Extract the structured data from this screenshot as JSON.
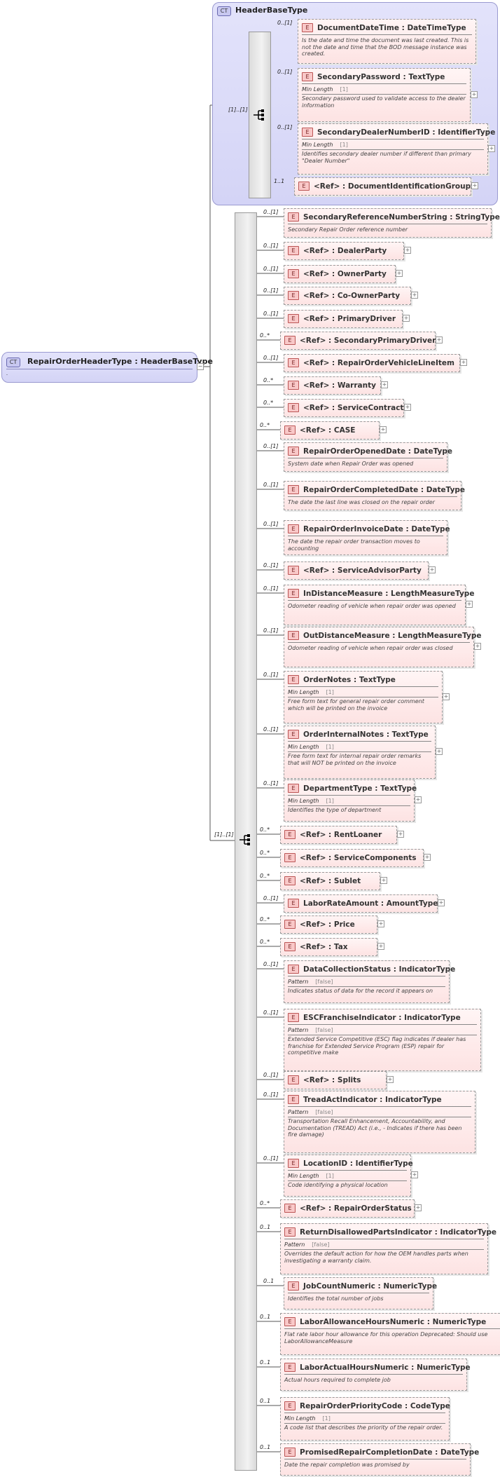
{
  "root": {
    "badge": "CT",
    "title": "RepairOrderHeaderType : HeaderBaseType",
    "doc": "."
  },
  "base": {
    "badge": "CT",
    "title": "HeaderBaseType",
    "mult": "[1]..[1]"
  },
  "main_mult": "[1]..[1]",
  "badge_e": "E",
  "base_elements": [
    {
      "card": "DocumentDateTime : DateTimeType",
      "m": "0..[1]",
      "doc": "Is the date and time the document was last created. This is not the date and time that the BOD message instance was created."
    },
    {
      "card": "SecondaryPassword : TextType",
      "m": "0..[1]",
      "fk": "Min Length",
      "fv": "[1]",
      "doc": "Secondary password used to validate access to the dealer information"
    },
    {
      "card": "SecondaryDealerNumberID : IdentifierType",
      "m": "0..[1]",
      "fk": "Min Length",
      "fv": "[1]",
      "doc": "Identifies secondary dealer number if different than primary \"Dealer Number\""
    },
    {
      "card": "<Ref>      : DocumentIdentificationGroup",
      "m": "1..1"
    }
  ],
  "elements": [
    {
      "card": "SecondaryReferenceNumberString : StringType",
      "m": "0..[1]",
      "doc": "Secondary Repair Order reference number"
    },
    {
      "card": "<Ref>      : DealerParty",
      "m": "0..[1]"
    },
    {
      "card": "<Ref>      : OwnerParty",
      "m": "0..[1]"
    },
    {
      "card": "<Ref>      : Co-OwnerParty",
      "m": "0..[1]"
    },
    {
      "card": "<Ref>      : PrimaryDriver",
      "m": "0..[1]"
    },
    {
      "card": "<Ref>      : SecondaryPrimaryDriver",
      "m": "0..*"
    },
    {
      "card": "<Ref>      : RepairOrderVehicleLineItem",
      "m": "0..[1]"
    },
    {
      "card": "<Ref>      : Warranty",
      "m": "0..*"
    },
    {
      "card": "<Ref>      : ServiceContract",
      "m": "0..*"
    },
    {
      "card": "<Ref>      : CASE",
      "m": "0..*"
    },
    {
      "card": "RepairOrderOpenedDate : DateType",
      "m": "0..[1]",
      "doc": "System date when Repair Order was opened"
    },
    {
      "card": "RepairOrderCompletedDate : DateType",
      "m": "0..[1]",
      "doc": "The date the last line was closed on the repair order"
    },
    {
      "card": "RepairOrderInvoiceDate : DateType",
      "m": "0..[1]",
      "doc": "The date the repair order transaction moves to accounting"
    },
    {
      "card": "<Ref>      : ServiceAdvisorParty",
      "m": "0..[1]"
    },
    {
      "card": "InDistanceMeasure : LengthMeasureType",
      "m": "0..[1]",
      "doc": "Odometer reading of vehicle when repair order was opened"
    },
    {
      "card": "OutDistanceMeasure : LengthMeasureType",
      "m": "0..[1]",
      "doc": "Odometer reading of vehicle when repair order was closed"
    },
    {
      "card": "OrderNotes : TextType",
      "m": "0..[1]",
      "fk": "Min Length",
      "fv": "[1]",
      "doc": "Free form text for general repair order comment which will be printed on the invoice"
    },
    {
      "card": "OrderInternalNotes : TextType",
      "m": "0..[1]",
      "fk": "Min Length",
      "fv": "[1]",
      "doc": "Free form text for internal repair order remarks that will NOT be printed on the invoice"
    },
    {
      "card": "DepartmentType : TextType",
      "m": "0..[1]",
      "fk": "Min Length",
      "fv": "[1]",
      "doc": "Identifies the type of department"
    },
    {
      "card": "<Ref>      : RentLoaner",
      "m": "0..*"
    },
    {
      "card": "<Ref>      : ServiceComponents",
      "m": "0..*"
    },
    {
      "card": "<Ref>      : Sublet",
      "m": "0..*"
    },
    {
      "card": "LaborRateAmount : AmountType",
      "m": "0..[1]"
    },
    {
      "card": "<Ref>      : Price",
      "m": "0..*"
    },
    {
      "card": "<Ref>      : Tax",
      "m": "0..*"
    },
    {
      "card": "DataCollectionStatus : IndicatorType",
      "m": "0..[1]",
      "fk": "Pattern",
      "fv": "[false]",
      "doc": "Indicates status of data for the record it appears on"
    },
    {
      "card": "ESCFranchiseIndicator : IndicatorType",
      "m": "0..[1]",
      "fk": "Pattern",
      "fv": "[false]",
      "doc": "Extended Service Competitive (ESC) flag indicates if dealer has franchise for Extended Service Program (ESP) repair for competitive make"
    },
    {
      "card": "<Ref>      : Splits",
      "m": "0..[1]"
    },
    {
      "card": "TreadActIndicator : IndicatorType",
      "m": "0..[1]",
      "fk": "Pattern",
      "fv": "[false]",
      "doc": "Transportation Recall Enhancement, Accountability, and Documentation (TREAD) Act (i.e., - Indicates if there has been fire damage)"
    },
    {
      "card": "LocationID : IdentifierType",
      "m": "0..[1]",
      "fk": "Min Length",
      "fv": "[1]",
      "doc": "Code identifying a physical location"
    },
    {
      "card": "<Ref>      : RepairOrderStatus",
      "m": "0..*"
    },
    {
      "card": "ReturnDisallowedPartsIndicator : IndicatorType",
      "m": "0..1",
      "fk": "Pattern",
      "fv": "[false]",
      "doc": "Overrides the default action for how the OEM handles parts when investigating a warranty claim."
    },
    {
      "card": "JobCountNumeric : NumericType",
      "m": "0..1",
      "doc": "Identifies the total number of jobs"
    },
    {
      "card": "LaborAllowanceHoursNumeric : NumericType",
      "m": "0..1",
      "doc": "Flat rate labor hour allowance for this operation Deprecated: Should use LaborAllowanceMeasure"
    },
    {
      "card": "LaborActualHoursNumeric : NumericType",
      "m": "0..1",
      "doc": "Actual hours required to complete job"
    },
    {
      "card": "RepairOrderPriorityCode : CodeType",
      "m": "0..1",
      "fk": "Min Length",
      "fv": "[1]",
      "doc": "A code list that describes the priority of the repair order."
    },
    {
      "card": "PromisedRepairCompletionDate : DateType",
      "m": "0..1",
      "doc": "Date the repair completion was promised by"
    }
  ]
}
